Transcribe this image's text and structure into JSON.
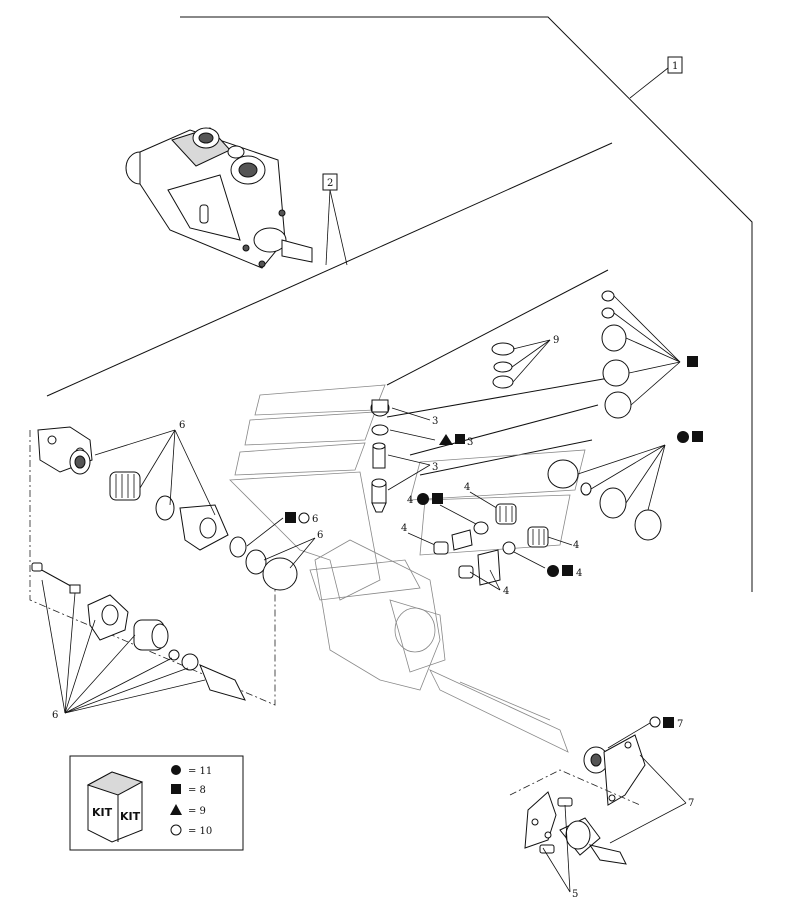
{
  "diagram": {
    "callouts": {
      "c1": "1",
      "c2": "2",
      "c3a": "3",
      "c3b": "3",
      "c3c": "3",
      "c4a": "4",
      "c4b": "4",
      "c4c": "4",
      "c4d": "4",
      "c4e": "4",
      "c4f": "4",
      "c5": "5",
      "c6a": "6",
      "c6b": "6",
      "c6c": "6",
      "c6d": "6",
      "c7a": "7",
      "c7b": "7",
      "c9": "9"
    },
    "legend": {
      "kit_label_left": "KIT",
      "kit_label_right": "KIT",
      "rows": [
        {
          "symbol": "circle-filled",
          "text": "= 11"
        },
        {
          "symbol": "square-filled",
          "text": "= 8"
        },
        {
          "symbol": "triangle-filled",
          "text": "= 9"
        },
        {
          "symbol": "circle-open",
          "text": "= 10"
        }
      ]
    }
  }
}
